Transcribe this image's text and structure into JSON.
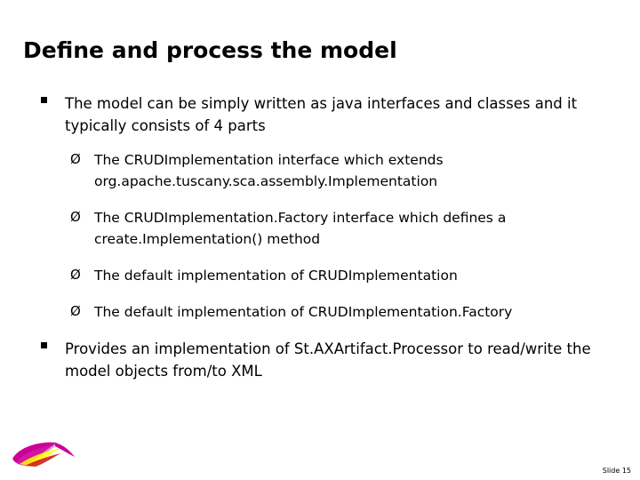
{
  "slide": {
    "title": "Define and process the model",
    "bullets": [
      {
        "level": 1,
        "text": "The model can be simply written as java interfaces and classes and it typically consists of 4 parts"
      },
      {
        "level": 2,
        "text": "The CRUDImplementation interface which extends org.apache.tuscany.sca.assembly.Implementation"
      },
      {
        "level": 2,
        "text": "The CRUDImplementation.Factory interface which defines a create.Implementation() method"
      },
      {
        "level": 2,
        "text": "The default implementation of CRUDImplementation"
      },
      {
        "level": 2,
        "text": "The default implementation of CRUDImplementation.Factory"
      },
      {
        "level": 1,
        "text": "Provides an implementation of St.AXArtifact.Processor to read/write the model objects from/to XML"
      }
    ],
    "sub_bullet_glyph": "Ø",
    "slide_number": "Slide 15",
    "logo_name": "feather-logo",
    "colors": {
      "text": "#000000",
      "background": "#ffffff",
      "logo_magenta": "#cc0099",
      "logo_yellow": "#ffff00",
      "logo_red": "#cc0000"
    }
  }
}
